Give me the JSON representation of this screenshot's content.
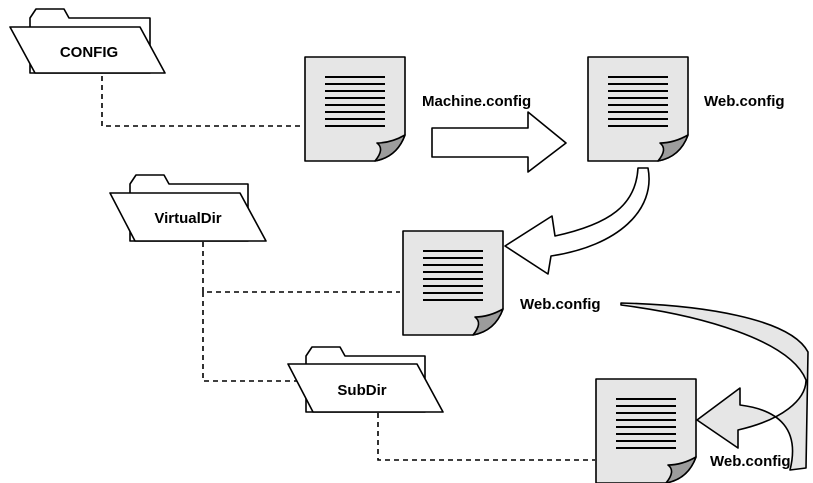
{
  "folders": [
    {
      "id": "config",
      "label": "CONFIG"
    },
    {
      "id": "virtualdir",
      "label": "VirtualDir"
    },
    {
      "id": "subdir",
      "label": "SubDir"
    }
  ],
  "documents": [
    {
      "id": "machine",
      "label": "Machine.config"
    },
    {
      "id": "web1",
      "label": "Web.config"
    },
    {
      "id": "web2",
      "label": "Web.config"
    },
    {
      "id": "web3",
      "label": "Web.config"
    }
  ],
  "colors": {
    "page": "#e6e6e6",
    "fold": "#9c9c9c",
    "arrow_fill": "#ffffff",
    "curve_fill": "#e6e6e6",
    "line": "#000000"
  }
}
